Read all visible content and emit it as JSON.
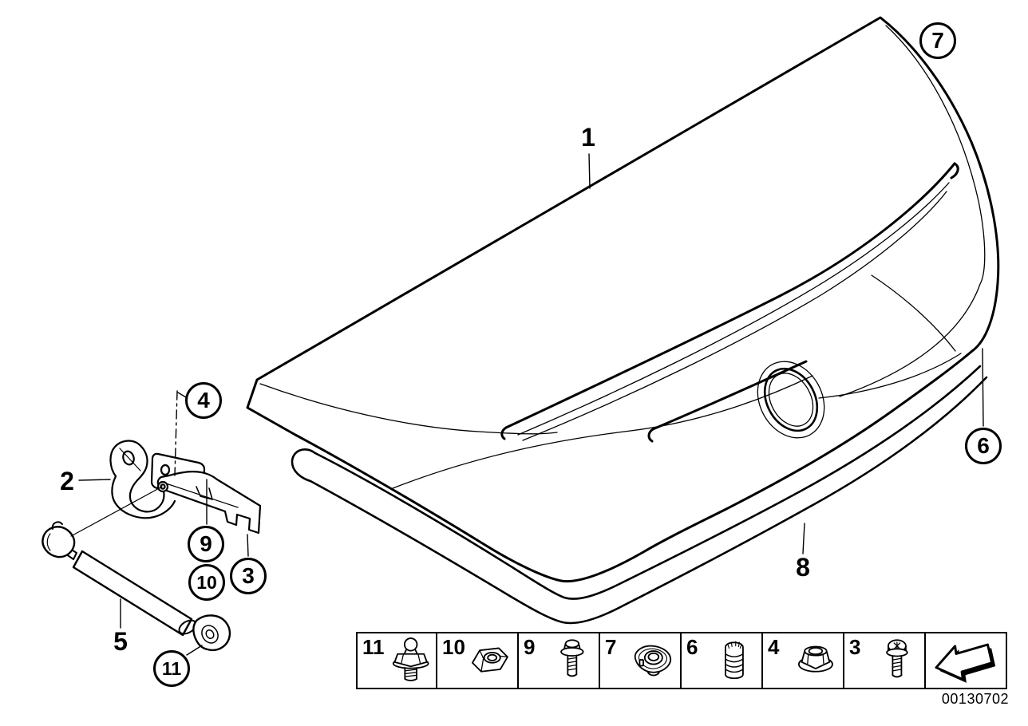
{
  "figure": {
    "doc_number": "00130702"
  },
  "callouts": [
    {
      "num": "4"
    },
    {
      "num": "9"
    },
    {
      "num": "10"
    },
    {
      "num": "3"
    },
    {
      "num": "11"
    },
    {
      "num": "7"
    },
    {
      "num": "6"
    }
  ],
  "labels": [
    {
      "num": "1"
    },
    {
      "num": "2"
    },
    {
      "num": "5"
    },
    {
      "num": "8"
    }
  ],
  "legend": {
    "items": [
      {
        "num": "11",
        "icon": "ball-stud-bolt"
      },
      {
        "num": "10",
        "icon": "hex-nut"
      },
      {
        "num": "9",
        "icon": "stud-bolt-washer"
      },
      {
        "num": "7",
        "icon": "lock-plate"
      },
      {
        "num": "6",
        "icon": "rubber-buffer"
      },
      {
        "num": "4",
        "icon": "flange-nut"
      },
      {
        "num": "3",
        "icon": "torx-bolt"
      },
      {
        "num": "",
        "icon": "direction-arrow"
      }
    ]
  },
  "colors": {
    "line": "#000000",
    "bg": "#ffffff"
  }
}
